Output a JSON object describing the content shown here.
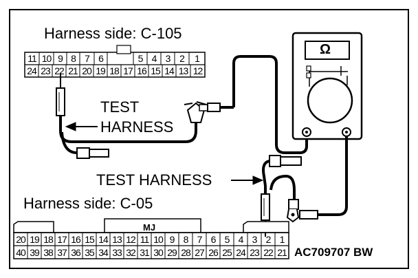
{
  "labels": {
    "upper_connector_title": "Harness side: C-105",
    "test_harness_upper_line1": "TEST",
    "test_harness_upper_line2": "HARNESS",
    "test_harness_lower": "TEST HARNESS",
    "lower_connector_title": "Harness side: C-05",
    "connector_tag": "MJ",
    "figure_code": "AC709707 BW",
    "meter_symbol": "Ω"
  },
  "upper_connector": {
    "row1": [
      "11",
      "10",
      "9",
      "8",
      "7",
      "6",
      "",
      "5",
      "4",
      "3",
      "2",
      "1"
    ],
    "row2": [
      "24",
      "23",
      "22",
      "21",
      "20",
      "19",
      "18",
      "17",
      "16",
      "15",
      "14",
      "13",
      "12"
    ]
  },
  "lower_connector": {
    "row1": [
      "20",
      "19",
      "18",
      "17",
      "16",
      "15",
      "14",
      "13",
      "12",
      "11",
      "10",
      "9",
      "8",
      "7",
      "6",
      "5",
      "4",
      "3",
      "2",
      "1"
    ],
    "row2": [
      "40",
      "39",
      "38",
      "37",
      "36",
      "35",
      "34",
      "33",
      "32",
      "31",
      "30",
      "29",
      "28",
      "27",
      "26",
      "25",
      "24",
      "23",
      "22",
      "21"
    ]
  }
}
